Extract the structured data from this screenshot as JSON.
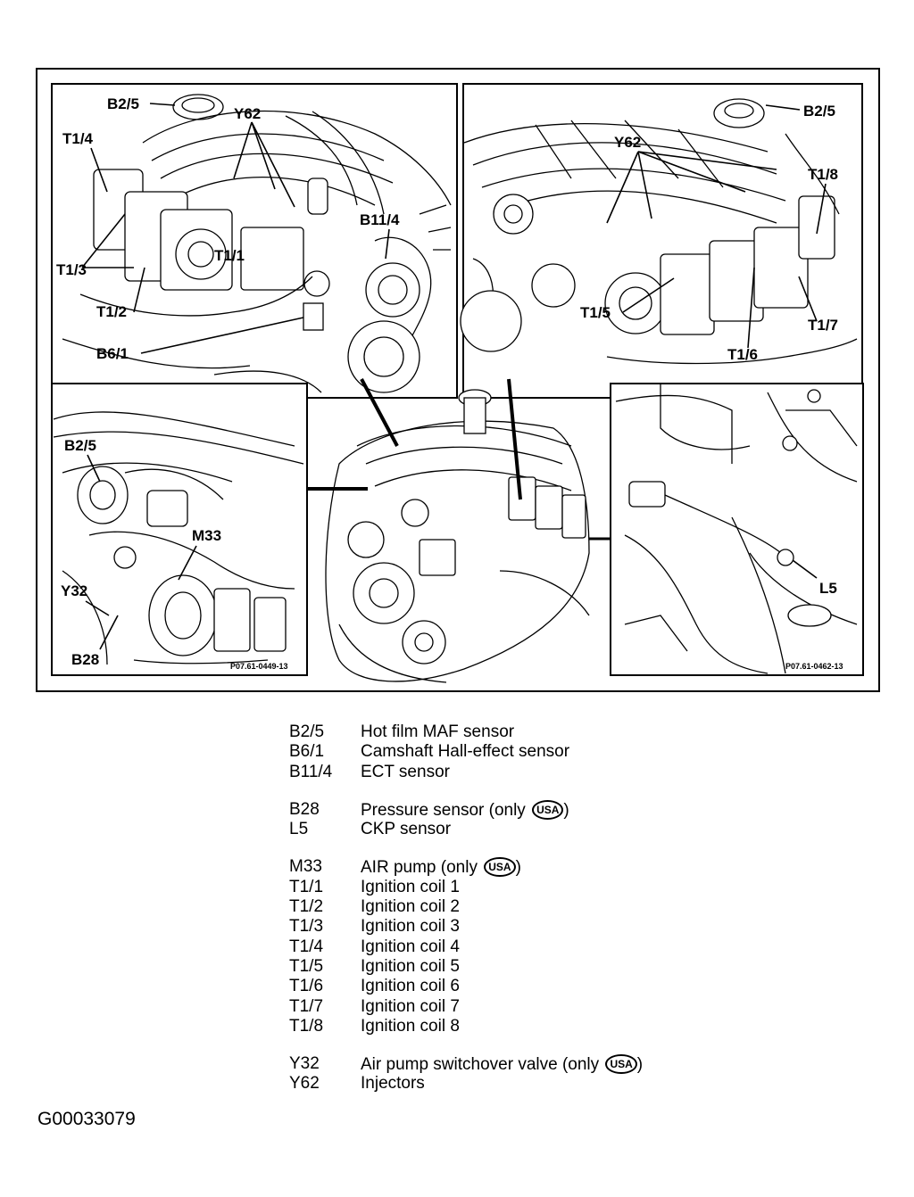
{
  "callouts": {
    "tl": [
      "B2/5",
      "Y62",
      "T1/4",
      "B11/4",
      "T1/1",
      "T1/3",
      "T1/2",
      "B6/1"
    ],
    "tr": [
      "Y62",
      "B2/5",
      "T1/8",
      "T1/5",
      "T1/7",
      "T1/6"
    ],
    "bl": [
      "B2/5",
      "M33",
      "Y32",
      "B28"
    ],
    "br": [
      "L5"
    ]
  },
  "panel_codes": {
    "bl": "P07.61-0449-13",
    "br": "P07.61-0462-13"
  },
  "legend": [
    {
      "code": "B2/5",
      "desc": "Hot film MAF sensor"
    },
    {
      "code": "B6/1",
      "desc": "Camshaft Hall-effect sensor"
    },
    {
      "code": "B11/4",
      "desc": "ECT sensor"
    },
    {
      "code": "B28",
      "desc": "Pressure sensor (only",
      "badge": "USA",
      "suffix": ")"
    },
    {
      "code": "L5",
      "desc": "CKP sensor"
    },
    {
      "code": "M33",
      "desc": "AIR pump (only",
      "badge": "USA",
      "suffix": ")"
    },
    {
      "code": "T1/1",
      "desc": "Ignition coil 1"
    },
    {
      "code": "T1/2",
      "desc": "Ignition coil 2"
    },
    {
      "code": "T1/3",
      "desc": "Ignition coil 3"
    },
    {
      "code": "T1/4",
      "desc": "Ignition coil 4"
    },
    {
      "code": "T1/5",
      "desc": "Ignition coil 5"
    },
    {
      "code": "T1/6",
      "desc": "Ignition coil 6"
    },
    {
      "code": "T1/7",
      "desc": "Ignition coil 7"
    },
    {
      "code": "T1/8",
      "desc": "Ignition coil 8"
    },
    {
      "code": "Y32",
      "desc": "Air pump switchover valve (only",
      "badge": "USA",
      "suffix": ")"
    },
    {
      "code": "Y62",
      "desc": "Injectors"
    }
  ],
  "figure_id": "G00033079"
}
